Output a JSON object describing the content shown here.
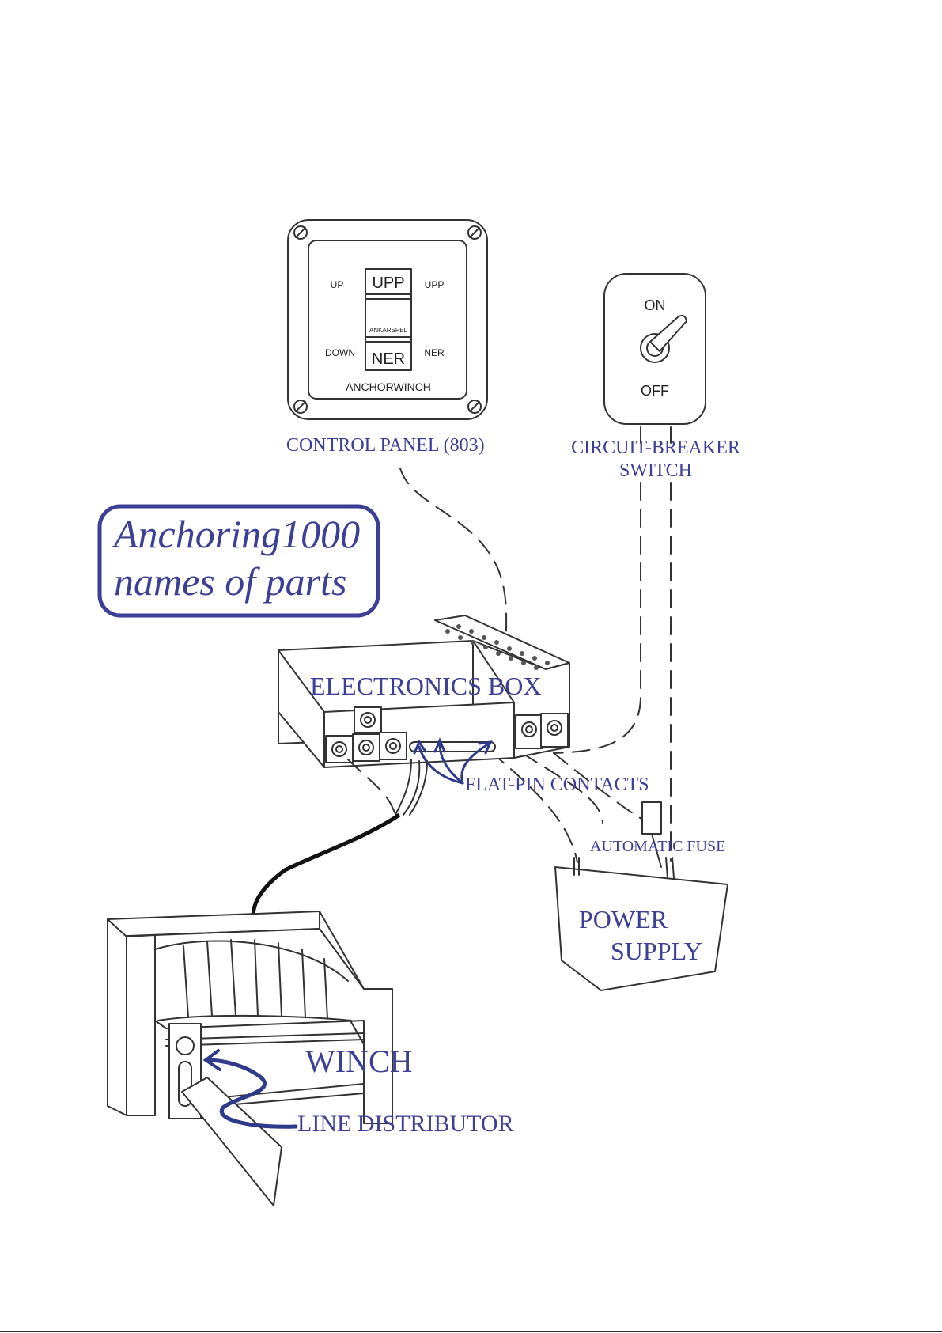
{
  "title_box": {
    "line1": "Anchoring1000",
    "line2": "names of parts"
  },
  "control_panel": {
    "label": "CONTROL PANEL (803)",
    "left_up": "UP",
    "left_down": "DOWN",
    "right_up": "UPP",
    "right_down": "NER",
    "switch_upper": "UPP",
    "switch_middle": "ANKARSPEL",
    "switch_lower": "NER",
    "footer": "ANCHORWINCH"
  },
  "circuit_breaker": {
    "label_line1": "CIRCUIT-BREAKER",
    "label_line2": "SWITCH",
    "on": "ON",
    "off": "OFF"
  },
  "electronics_box": {
    "label": "ELECTRONICS BOX"
  },
  "flat_pin": {
    "label": "FLAT-PIN CONTACTS"
  },
  "fuse": {
    "label": "AUTOMATIC FUSE"
  },
  "power_supply": {
    "line1": "POWER",
    "line2": "SUPPLY"
  },
  "winch": {
    "label": "WINCH"
  },
  "line_distributor": {
    "label": "LINE DISTRIBUTOR"
  },
  "colors": {
    "label_blue": "#3b3f96",
    "ink": "#333333",
    "arrow_blue": "#2e3a8a"
  }
}
